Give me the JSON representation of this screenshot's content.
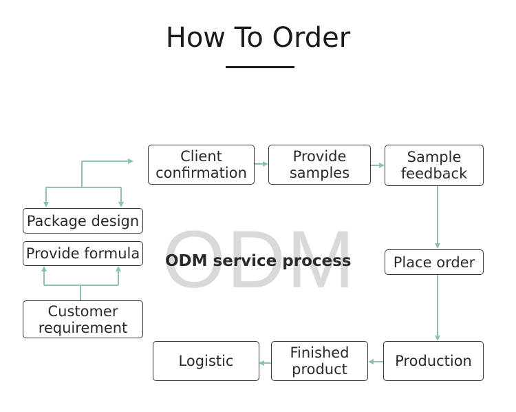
{
  "title": "How To Order",
  "watermark": "ODM",
  "center_label": "ODM service process",
  "steps": {
    "client_confirmation": "Client\nconfirmation",
    "provide_samples": "Provide\nsamples",
    "sample_feedback": "Sample\nfeedback",
    "package_design": "Package design",
    "provide_formula": "Provide formula",
    "customer_requirement": "Customer\nrequirement",
    "place_order": "Place order",
    "production": "Production",
    "finished_product": "Finished\nproduct",
    "logistic": "Logistic"
  },
  "colors": {
    "connector": "#8bbfb8",
    "box_border": "#333333",
    "watermark": "#d9d9d9"
  }
}
